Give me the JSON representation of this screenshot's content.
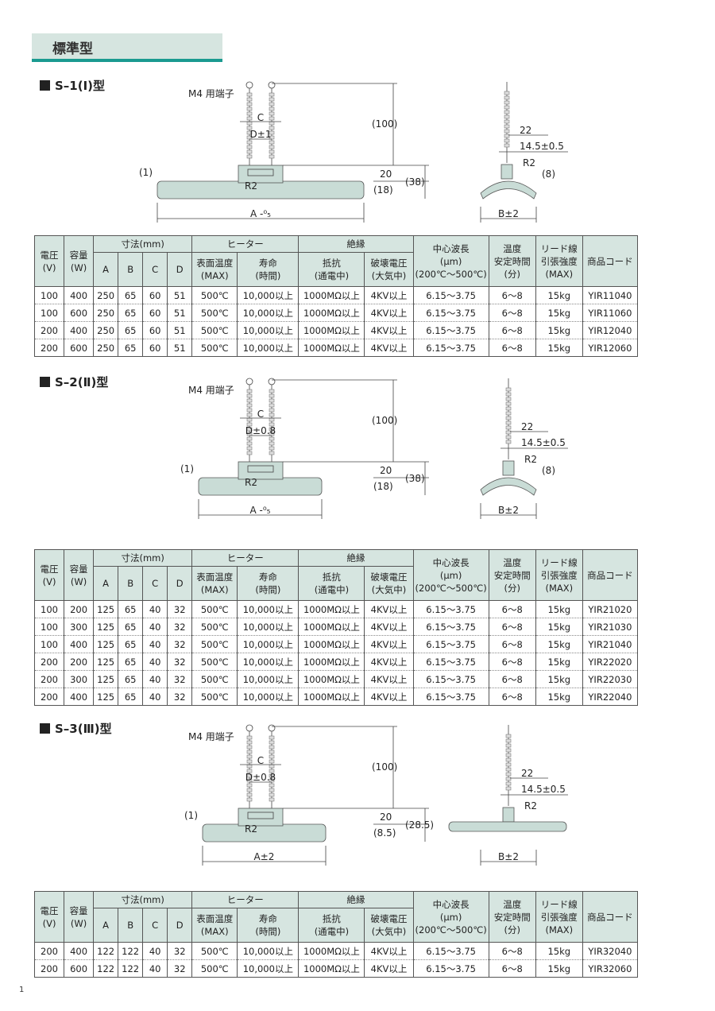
{
  "header": {
    "title": "標準型"
  },
  "page_number": "1",
  "table_headers": {
    "voltage": "電圧\n(V)",
    "capacity": "容量\n(W)",
    "dimensions": "寸法(mm)",
    "dim_a": "A",
    "dim_b": "B",
    "dim_c": "C",
    "dim_d": "D",
    "heater": "ヒーター",
    "surface_temp": "表面温度\n(MAX)",
    "life": "寿命\n(時間)",
    "insulation": "絶縁",
    "resistance": "抵抗\n(通電中)",
    "breakdown": "破壊電圧\n(大気中)",
    "wavelength": "中心波長\n(μm)\n(200℃〜500℃)",
    "stable_time": "温度\n安定時間\n(分)",
    "lead_strength": "リード線\n引張強度\n(MAX)",
    "product_code": "商品コード"
  },
  "sections": [
    {
      "title": "S–1(Ⅰ)型",
      "labels": {
        "terminal": "M4 用端子",
        "c": "C",
        "d": "D±1",
        "h100": "(100)",
        "h20": "20",
        "h18": "(18)",
        "h38": "(38)",
        "one": "(1)",
        "r2": "R2",
        "a": "A -⁰₅",
        "s22": "22",
        "s145": "14.5±0.5",
        "sr2": "R2",
        "s8": "(8)",
        "b": "B±2"
      },
      "rows": [
        [
          "100",
          "400",
          "250",
          "65",
          "60",
          "51",
          "500℃",
          "10,000以上",
          "1000MΩ以上",
          "4KV以上",
          "6.15〜3.75",
          "6〜8",
          "15kg",
          "YIR11040"
        ],
        [
          "100",
          "600",
          "250",
          "65",
          "60",
          "51",
          "500℃",
          "10,000以上",
          "1000MΩ以上",
          "4KV以上",
          "6.15〜3.75",
          "6〜8",
          "15kg",
          "YIR11060"
        ],
        [
          "200",
          "400",
          "250",
          "65",
          "60",
          "51",
          "500℃",
          "10,000以上",
          "1000MΩ以上",
          "4KV以上",
          "6.15〜3.75",
          "6〜8",
          "15kg",
          "YIR12040"
        ],
        [
          "200",
          "600",
          "250",
          "65",
          "60",
          "51",
          "500℃",
          "10,000以上",
          "1000MΩ以上",
          "4KV以上",
          "6.15〜3.75",
          "6〜8",
          "15kg",
          "YIR12060"
        ]
      ]
    },
    {
      "title": "S–2(Ⅱ)型",
      "labels": {
        "terminal": "M4 用端子",
        "c": "C",
        "d": "D±0.8",
        "h100": "(100)",
        "h20": "20",
        "h18": "(18)",
        "h38": "(38)",
        "one": "(1)",
        "r2": "R2",
        "a": "A -⁰₅",
        "s22": "22",
        "s145": "14.5±0.5",
        "sr2": "R2",
        "s8": "(8)",
        "b": "B±2"
      },
      "rows": [
        [
          "100",
          "200",
          "125",
          "65",
          "40",
          "32",
          "500℃",
          "10,000以上",
          "1000MΩ以上",
          "4KV以上",
          "6.15〜3.75",
          "6〜8",
          "15kg",
          "YIR21020"
        ],
        [
          "100",
          "300",
          "125",
          "65",
          "40",
          "32",
          "500℃",
          "10,000以上",
          "1000MΩ以上",
          "4KV以上",
          "6.15〜3.75",
          "6〜8",
          "15kg",
          "YIR21030"
        ],
        [
          "100",
          "400",
          "125",
          "65",
          "40",
          "32",
          "500℃",
          "10,000以上",
          "1000MΩ以上",
          "4KV以上",
          "6.15〜3.75",
          "6〜8",
          "15kg",
          "YIR21040"
        ],
        [
          "200",
          "200",
          "125",
          "65",
          "40",
          "32",
          "500℃",
          "10,000以上",
          "1000MΩ以上",
          "4KV以上",
          "6.15〜3.75",
          "6〜8",
          "15kg",
          "YIR22020"
        ],
        [
          "200",
          "300",
          "125",
          "65",
          "40",
          "32",
          "500℃",
          "10,000以上",
          "1000MΩ以上",
          "4KV以上",
          "6.15〜3.75",
          "6〜8",
          "15kg",
          "YIR22030"
        ],
        [
          "200",
          "400",
          "125",
          "65",
          "40",
          "32",
          "500℃",
          "10,000以上",
          "1000MΩ以上",
          "4KV以上",
          "6.15〜3.75",
          "6〜8",
          "15kg",
          "YIR22040"
        ]
      ]
    },
    {
      "title": "S–3(Ⅲ)型",
      "labels": {
        "terminal": "M4 用端子",
        "c": "C",
        "d": "D±0.8",
        "h100": "(100)",
        "h20": "20",
        "h18": "(8.5)",
        "h38": "(28.5)",
        "one": "(1)",
        "r2": "R2",
        "a": "A±2",
        "s22": "22",
        "s145": "14.5±0.5",
        "sr2": "R2",
        "s8": "",
        "b": "B±2"
      },
      "rows": [
        [
          "200",
          "400",
          "122",
          "122",
          "40",
          "32",
          "500℃",
          "10,000以上",
          "1000MΩ以上",
          "4KV以上",
          "6.15〜3.75",
          "6〜8",
          "15kg",
          "YIR32040"
        ],
        [
          "200",
          "600",
          "122",
          "122",
          "40",
          "32",
          "500℃",
          "10,000以上",
          "1000MΩ以上",
          "4KV以上",
          "6.15〜3.75",
          "6〜8",
          "15kg",
          "YIR32060"
        ]
      ]
    }
  ],
  "colors": {
    "accent": "#1a9a90",
    "header_fill": "#d6e5e0",
    "body_fill": "#c9dcd6"
  }
}
